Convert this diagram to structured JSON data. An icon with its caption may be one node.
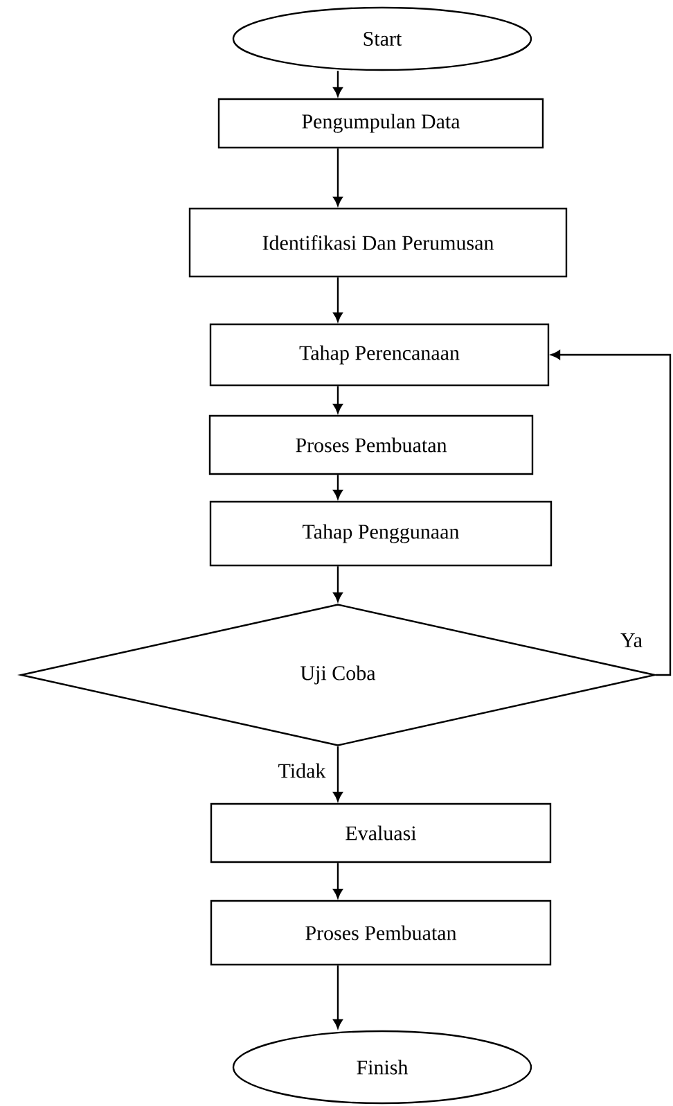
{
  "diagram": {
    "nodes": [
      {
        "text": [
          "Start"
        ]
      },
      {
        "text": [
          "Pengumpulan Data"
        ]
      },
      {
        "text": [
          "Identifikasi Dan Perumusan"
        ]
      },
      {
        "text": [
          "Tahap Perencanaan"
        ]
      },
      {
        "text": [
          "Proses Pembuatan"
        ]
      },
      {
        "text": [
          "Tahap Penggunaan"
        ]
      },
      {
        "text": [
          "Uji Coba"
        ]
      },
      {
        "text": [
          "Evaluasi"
        ]
      },
      {
        "text": [
          "Proses Pembuatan"
        ]
      },
      {
        "text": [
          "Finish"
        ]
      }
    ],
    "edges": [
      {
        "from": 0,
        "to": 1,
        "arrow": "to"
      },
      {
        "from": 1,
        "to": 2,
        "arrow": "to"
      },
      {
        "from": 2,
        "to": 3,
        "arrow": "to"
      },
      {
        "from": 3,
        "to": 4,
        "arrow": "to"
      },
      {
        "from": 4,
        "to": 5,
        "arrow": "to"
      },
      {
        "from": 5,
        "to": 6,
        "arrow": "to"
      },
      {
        "from": 6,
        "to": 7,
        "label": "Tidak",
        "arrow": "to"
      },
      {
        "from": 6,
        "to": 3,
        "label": "Ya",
        "arrow": "to"
      },
      {
        "from": 7,
        "to": 8,
        "arrow": "to"
      },
      {
        "from": 8,
        "to": 9,
        "arrow": "to"
      }
    ]
  }
}
